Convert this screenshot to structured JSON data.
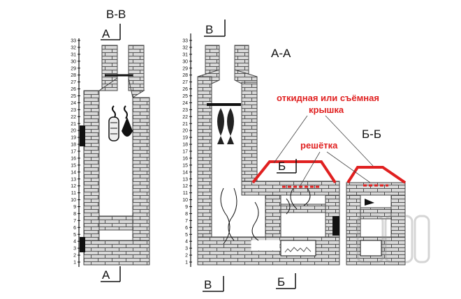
{
  "sections": {
    "vv": "В-В",
    "aa": "А-А",
    "bb": "Б-Б"
  },
  "cut_marks": {
    "a": "А",
    "v": "В",
    "b": "Б"
  },
  "annotations": {
    "lid_line1": "откидная или съёмная",
    "lid_line2": "крышка",
    "grate": "решётка"
  },
  "row_numbers": [
    "1",
    "2",
    "3",
    "4",
    "5",
    "6",
    "7",
    "8",
    "9",
    "10",
    "11",
    "12",
    "13",
    "14",
    "15",
    "16",
    "17",
    "18",
    "19",
    "20",
    "21",
    "22",
    "23",
    "24",
    "25",
    "26",
    "27",
    "28",
    "29",
    "30",
    "31",
    "32",
    "33"
  ],
  "colors": {
    "brick_fill": "#d9d9d9",
    "brick_line": "#555555",
    "annotation": "#e02020",
    "ink": "#111111"
  },
  "icons": [
    "fish-icon",
    "sausage-icon",
    "meat-hook-icon",
    "firebox-door-icon",
    "coal-bed-icon",
    "smoke-swirl-icon",
    "watermark-logo"
  ]
}
